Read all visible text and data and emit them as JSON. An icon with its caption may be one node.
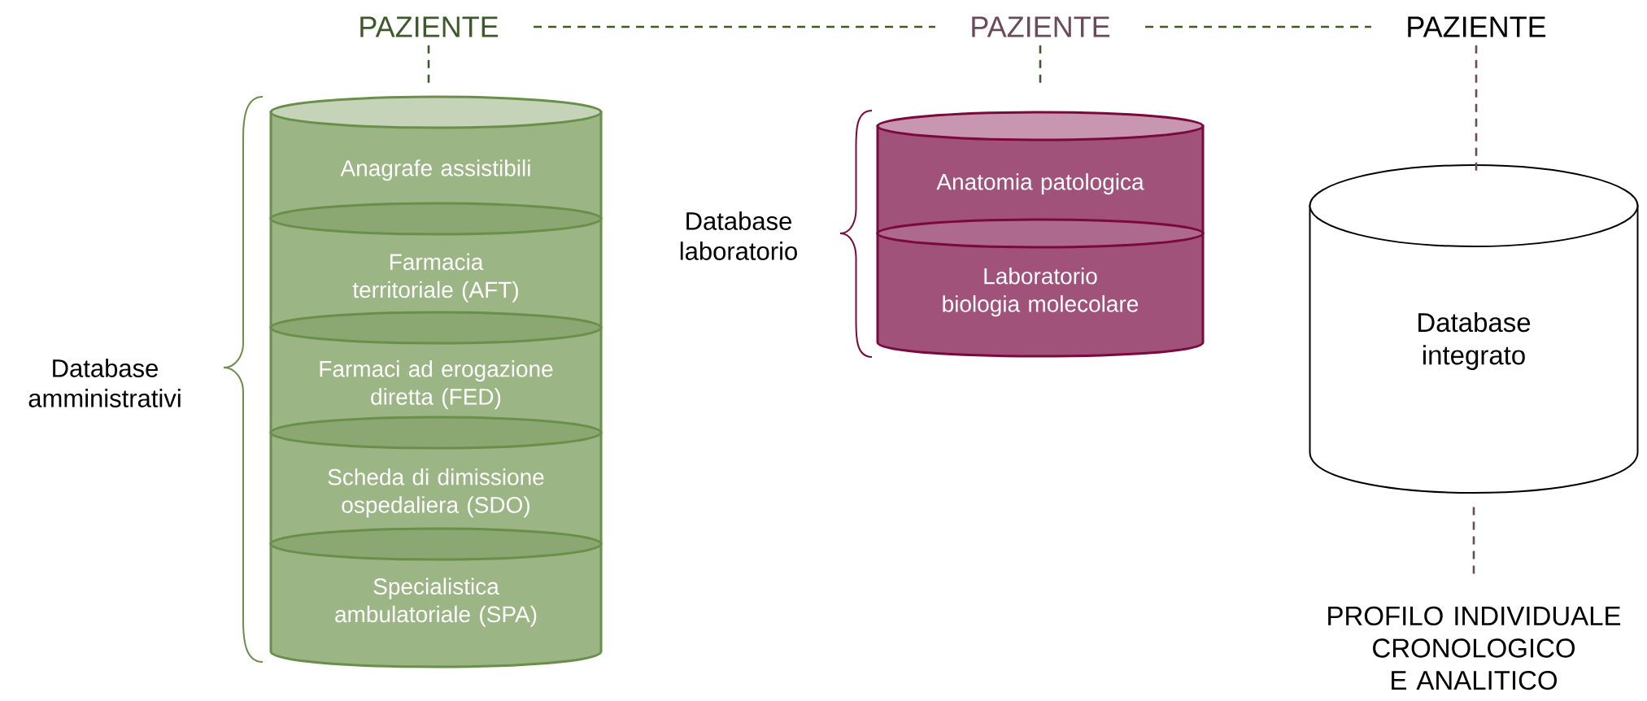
{
  "diagram": {
    "nodes": [
      {
        "text": [
          "PAZIENTE"
        ]
      },
      {
        "text": [
          "PAZIENTE"
        ]
      },
      {
        "text": [
          "PAZIENTE"
        ]
      },
      {
        "text": [
          "Anagrafe assistibili"
        ]
      },
      {
        "text": [
          "Farmacia territoriale (AFT)"
        ]
      },
      {
        "text": [
          "Farmaci ad erogazione diretta (FED)"
        ]
      },
      {
        "text": [
          "Scheda di dimissione ospedaliera (SDO)"
        ]
      },
      {
        "text": [
          "Specialistica ambulatoriale (SPA)"
        ]
      },
      {
        "text": [
          "Anatomia patologica"
        ]
      },
      {
        "text": [
          "Laboratorio biologia molecolare"
        ]
      },
      {
        "text": [
          "Database integrato"
        ]
      },
      {
        "text": [
          "PROFILO INDIVIDUALE CRONOLOGICO E ANALITICO"
        ]
      }
    ],
    "edges": [
      {
        "from": 0,
        "to": 1,
        "arrow": "none",
        "style": "dashed"
      },
      {
        "from": 1,
        "to": 2,
        "arrow": "none",
        "style": "dashed"
      },
      {
        "from": 0,
        "to": 3,
        "arrow": "none",
        "style": "dashed"
      },
      {
        "from": 1,
        "to": 8,
        "arrow": "none",
        "style": "dashed"
      },
      {
        "from": 2,
        "to": 10,
        "arrow": "none",
        "style": "dashed",
        "color": "#6b4a5a"
      },
      {
        "from": 10,
        "to": 11,
        "arrow": "none",
        "style": "dashed",
        "color": "#6b4a5a"
      }
    ],
    "labels": [
      "Database amministrativi",
      "Database laboratorio"
    ]
  }
}
